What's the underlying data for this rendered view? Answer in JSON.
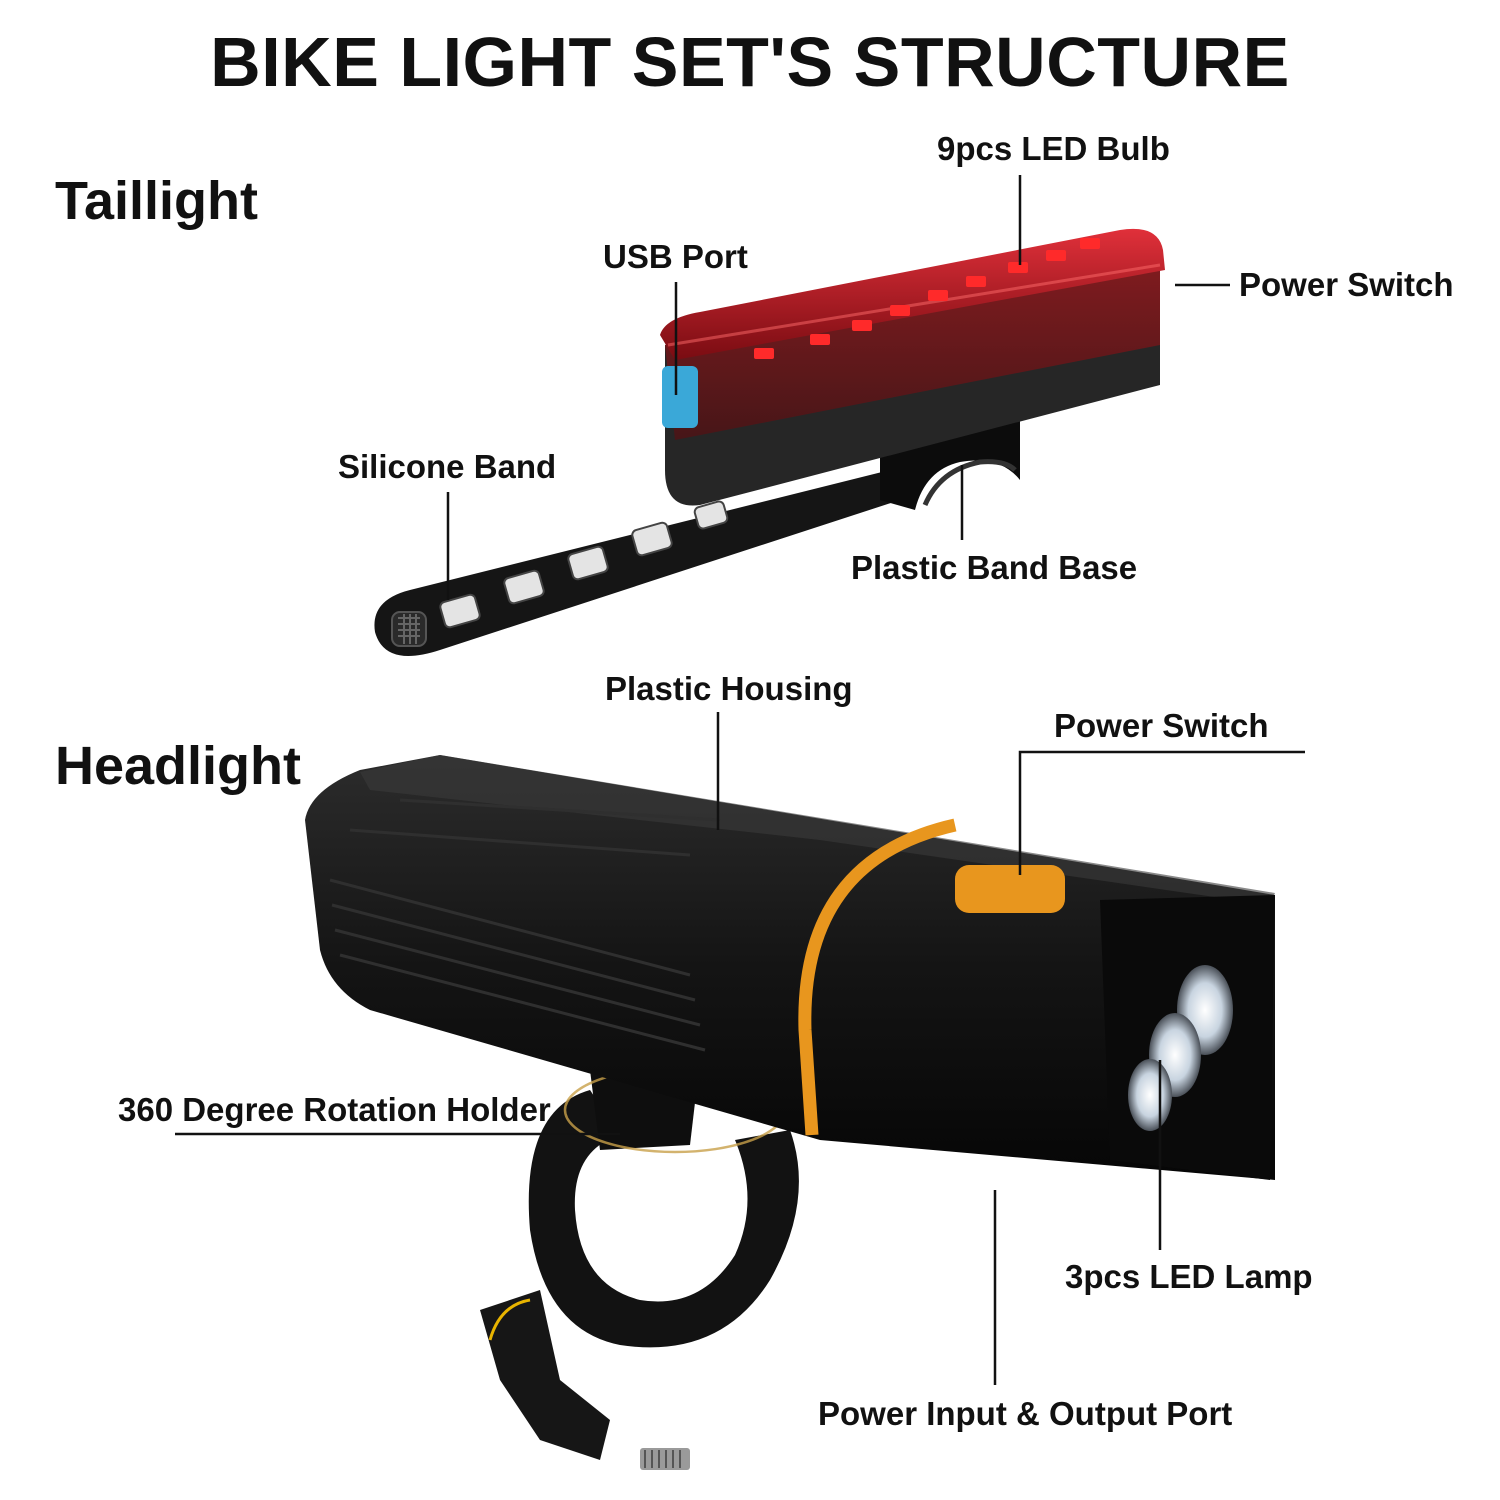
{
  "title": "BIKE LIGHT SET'S STRUCTURE",
  "taillight": {
    "heading": "Taillight",
    "labels": {
      "led_bulb": "9pcs LED Bulb",
      "usb_port": "USB Port",
      "power_switch": "Power Switch",
      "silicone_band": "Silicone Band",
      "band_base": "Plastic Band Base"
    }
  },
  "headlight": {
    "heading": "Headlight",
    "labels": {
      "housing": "Plastic Housing",
      "power_switch": "Power Switch",
      "holder": "360 Degree Rotation Holder",
      "led_lamp": "3pcs LED Lamp",
      "port": "Power Input & Output Port"
    }
  },
  "colors": {
    "taillight_red": "#c8141c",
    "usb_blue": "#3aa8d8",
    "accent_orange": "#e8961e",
    "body_black": "#141414"
  }
}
